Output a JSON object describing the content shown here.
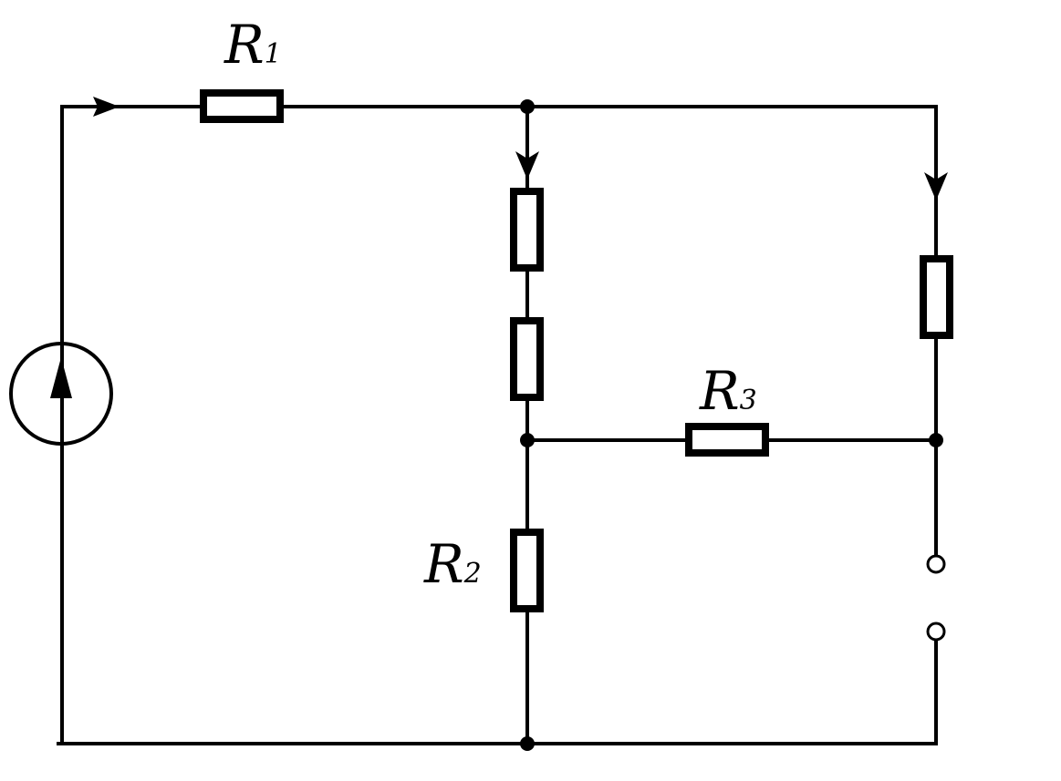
{
  "labels": {
    "r1": {
      "letter": "R",
      "sub": "1"
    },
    "r2": {
      "letter": "R",
      "sub": "2"
    },
    "r3": {
      "letter": "R",
      "sub": "3"
    }
  },
  "icons": {
    "source": "current-source-icon",
    "resistor": "resistor-icon",
    "node": "junction-dot-icon",
    "terminal": "open-terminal-icon",
    "arrow": "current-direction-arrow-icon"
  },
  "colors": {
    "ink": "#000000",
    "background": "#ffffff"
  }
}
